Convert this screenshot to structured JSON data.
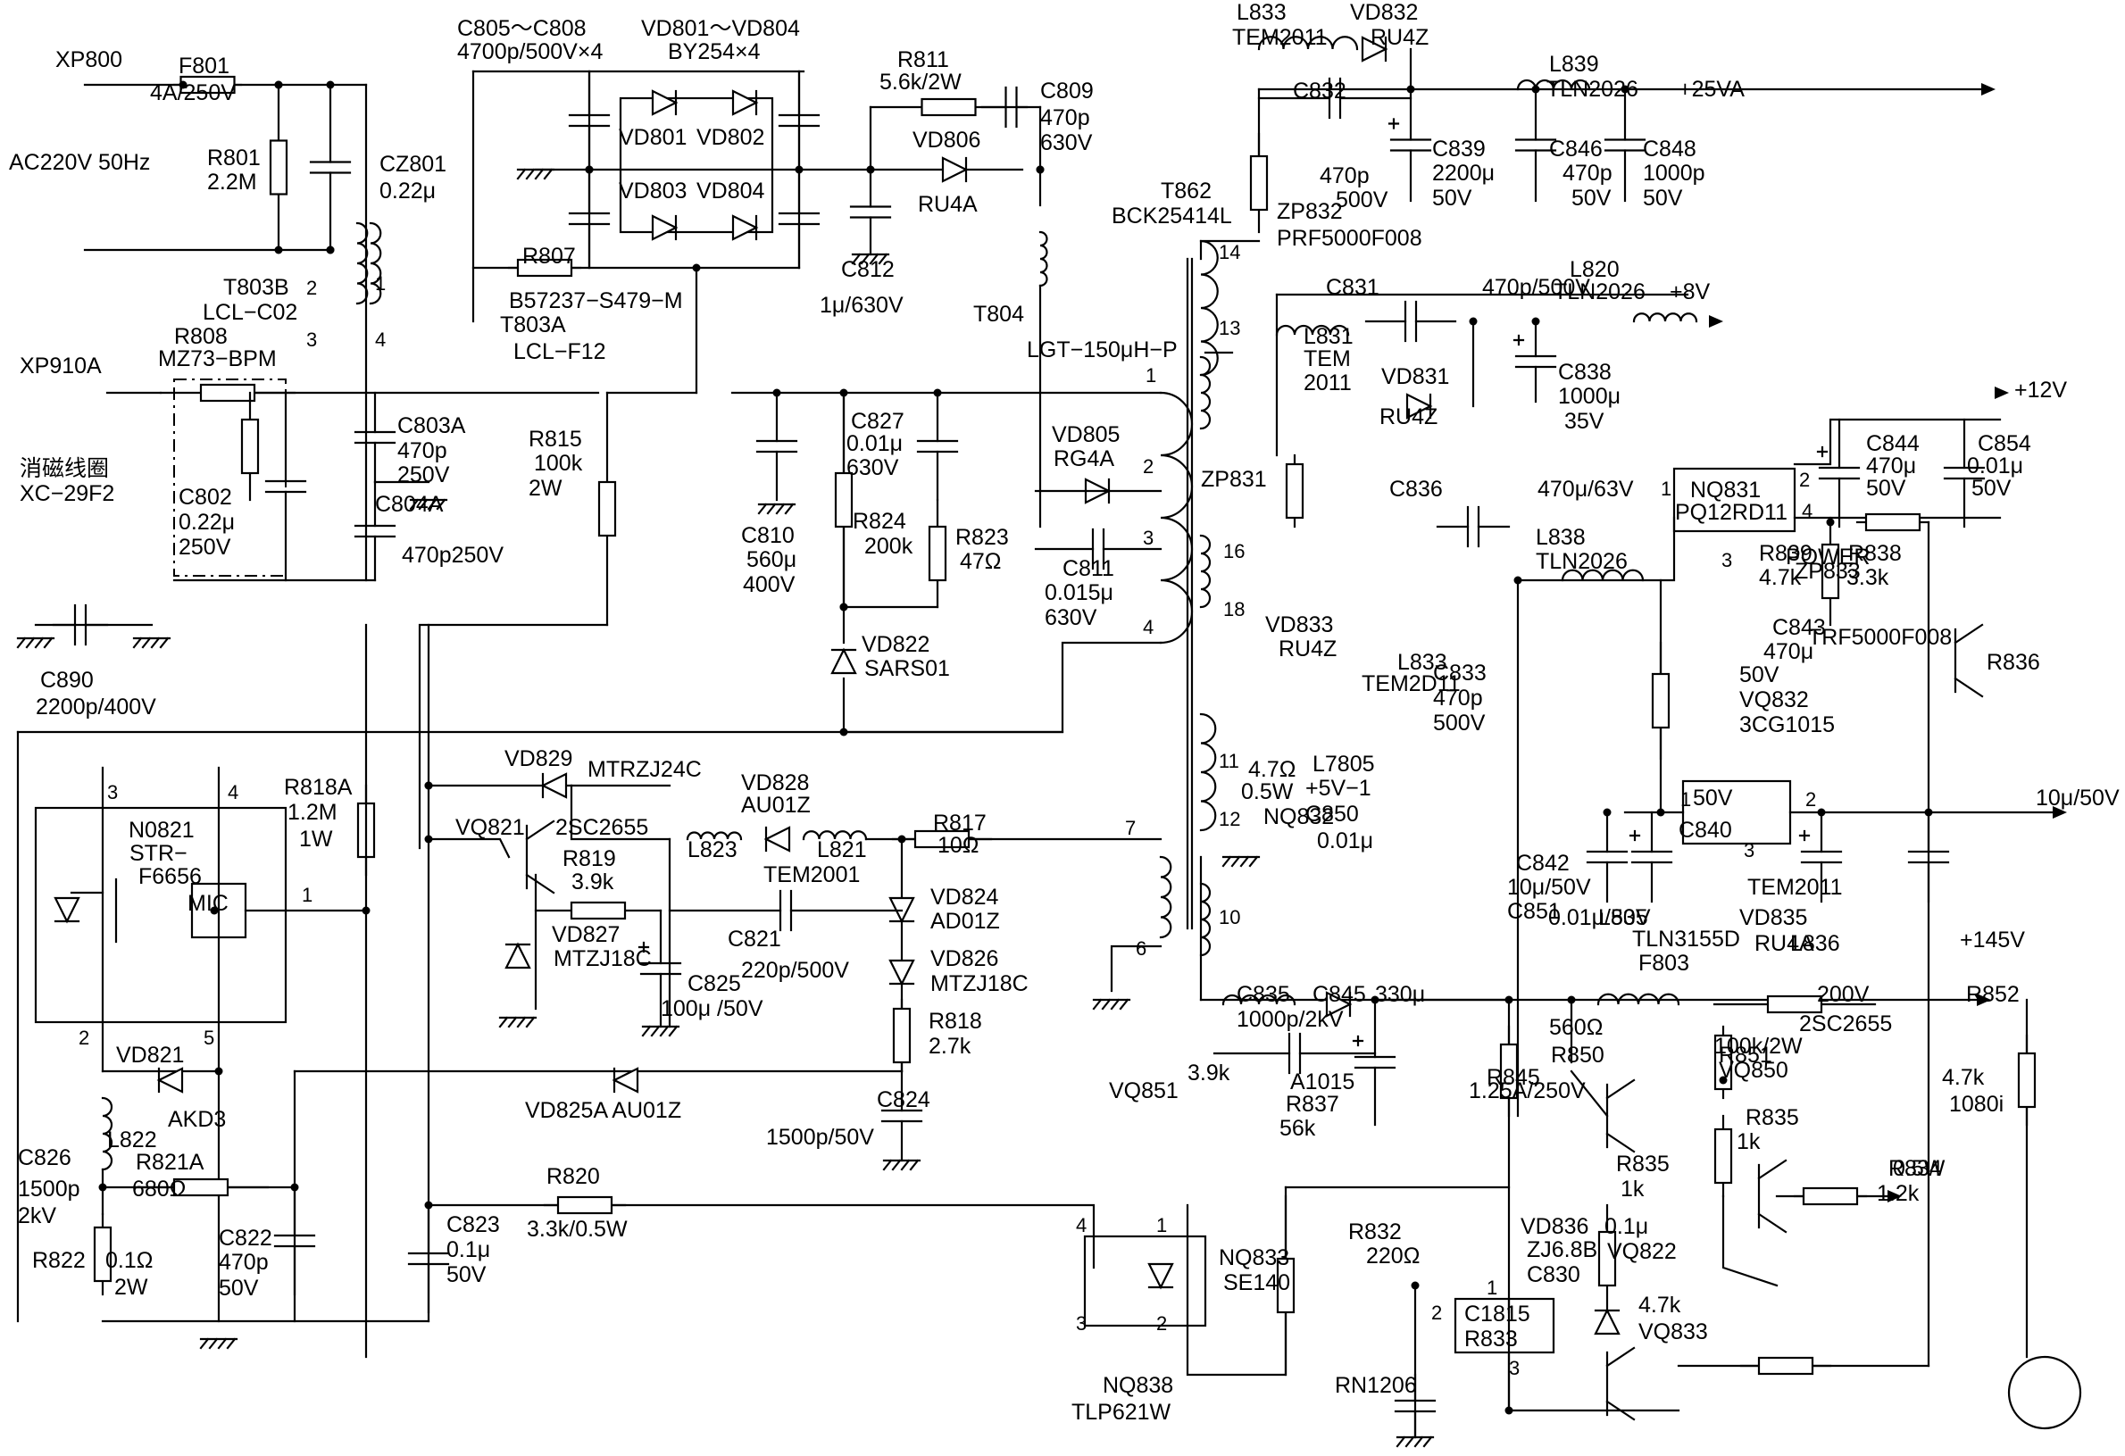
{
  "labels": [
    {
      "text": "XP800"
    },
    {
      "text": "F801"
    },
    {
      "text": "4A/250V"
    },
    {
      "text": "AC220V 50Hz"
    },
    {
      "text": "R801"
    },
    {
      "text": "2.2M"
    },
    {
      "text": "CZ801"
    },
    {
      "text": "0.22μ"
    },
    {
      "text": "C805～C808"
    },
    {
      "text": "4700p/500V×4"
    },
    {
      "text": "VD801～VD804"
    },
    {
      "text": "BY254×4"
    },
    {
      "text": "VD801"
    },
    {
      "text": "VD802"
    },
    {
      "text": "VD803"
    },
    {
      "text": "VD804"
    },
    {
      "text": "R811"
    },
    {
      "text": "5.6k/2W"
    },
    {
      "text": "C809"
    },
    {
      "text": "470p"
    },
    {
      "text": "630V"
    },
    {
      "text": "VD806"
    },
    {
      "text": "RU4A"
    },
    {
      "text": "C812"
    },
    {
      "text": "1μ/630V"
    },
    {
      "text": "T804"
    },
    {
      "text": "LGT−150μH−P"
    },
    {
      "text": "R807"
    },
    {
      "text": "B57237−S479−M"
    },
    {
      "text": "T803A"
    },
    {
      "text": "LCL−F12"
    },
    {
      "text": "T803B"
    },
    {
      "text": "LCL−C02"
    },
    {
      "text": "R808"
    },
    {
      "text": "MZ73−BPM"
    },
    {
      "text": "XP910A"
    },
    {
      "text": "消磁线圈"
    },
    {
      "text": "XC−29F2"
    },
    {
      "text": "C802"
    },
    {
      "text": "0.22μ"
    },
    {
      "text": "250V"
    },
    {
      "text": "C803A"
    },
    {
      "text": "470p"
    },
    {
      "text": "250V"
    },
    {
      "text": "C804A"
    },
    {
      "text": "470p250V"
    },
    {
      "text": "R815"
    },
    {
      "text": "100k"
    },
    {
      "text": "2W"
    },
    {
      "text": "C810"
    },
    {
      "text": "560μ"
    },
    {
      "text": "400V"
    },
    {
      "text": "C827"
    },
    {
      "text": "0.01μ"
    },
    {
      "text": "630V"
    },
    {
      "text": "R824"
    },
    {
      "text": "200k"
    },
    {
      "text": "R823"
    },
    {
      "text": "47Ω"
    },
    {
      "text": "VD822"
    },
    {
      "text": "SARS01"
    },
    {
      "text": "VD805"
    },
    {
      "text": "RG4A"
    },
    {
      "text": "C811"
    },
    {
      "text": "0.015μ"
    },
    {
      "text": "630V"
    },
    {
      "text": "C890"
    },
    {
      "text": "2200p/400V"
    },
    {
      "text": "N0821"
    },
    {
      "text": "STR−"
    },
    {
      "text": "F6656"
    },
    {
      "text": "MIC"
    },
    {
      "text": "R818A"
    },
    {
      "text": "1.2M"
    },
    {
      "text": "1W"
    },
    {
      "text": "VD829"
    },
    {
      "text": "MTRZJ24C"
    },
    {
      "text": "VQ821"
    },
    {
      "text": "2SC2655"
    },
    {
      "text": "VD828"
    },
    {
      "text": "AU01Z"
    },
    {
      "text": "R819"
    },
    {
      "text": "3.9k"
    },
    {
      "text": "L823"
    },
    {
      "text": "L821"
    },
    {
      "text": "TEM2001"
    },
    {
      "text": "R817"
    },
    {
      "text": "10Ω"
    },
    {
      "text": "VD827"
    },
    {
      "text": "MTZJ18C"
    },
    {
      "text": "C821"
    },
    {
      "text": "220p/500V"
    },
    {
      "text": "C825"
    },
    {
      "text": "100μ /50V"
    },
    {
      "text": "VD824"
    },
    {
      "text": "AD01Z"
    },
    {
      "text": "VD826"
    },
    {
      "text": "MTZJ18C"
    },
    {
      "text": "R818"
    },
    {
      "text": "2.7k"
    },
    {
      "text": "C824"
    },
    {
      "text": "1500p/50V"
    },
    {
      "text": "VD821"
    },
    {
      "text": "AKD3"
    },
    {
      "text": "L822"
    },
    {
      "text": "R821A"
    },
    {
      "text": "680Ω"
    },
    {
      "text": "VD825A AU01Z"
    },
    {
      "text": "C826"
    },
    {
      "text": "1500p"
    },
    {
      "text": "2kV"
    },
    {
      "text": "R822"
    },
    {
      "text": "0.1Ω"
    },
    {
      "text": "2W"
    },
    {
      "text": "C822"
    },
    {
      "text": "470p"
    },
    {
      "text": "50V"
    },
    {
      "text": "R820"
    },
    {
      "text": "3.3k/0.5W"
    },
    {
      "text": "C823"
    },
    {
      "text": "0.1μ"
    },
    {
      "text": "50V"
    },
    {
      "text": "NQ838"
    },
    {
      "text": "TLP621W"
    },
    {
      "text": "L833"
    },
    {
      "text": "TEM2011"
    },
    {
      "text": "VD832"
    },
    {
      "text": "RU4Z"
    },
    {
      "text": "C832"
    },
    {
      "text": "470p"
    },
    {
      "text": "500V"
    },
    {
      "text": "ZP832"
    },
    {
      "text": "PRF5000F008"
    },
    {
      "text": "T862"
    },
    {
      "text": "BCK25414L"
    },
    {
      "text": "L839"
    },
    {
      "text": "TLN2026"
    },
    {
      "text": "+25VA"
    },
    {
      "text": "C839"
    },
    {
      "text": "2200μ"
    },
    {
      "text": "50V"
    },
    {
      "text": "C846"
    },
    {
      "text": "470p"
    },
    {
      "text": "50V"
    },
    {
      "text": "C848"
    },
    {
      "text": "1000p"
    },
    {
      "text": "50V"
    },
    {
      "text": "C831"
    },
    {
      "text": "470p/500V"
    },
    {
      "text": "L820"
    },
    {
      "text": "TLN2026"
    },
    {
      "text": "+8V"
    },
    {
      "text": "L831"
    },
    {
      "text": "TEM"
    },
    {
      "text": "2011"
    },
    {
      "text": "VD831"
    },
    {
      "text": "RU4Z"
    },
    {
      "text": "C838"
    },
    {
      "text": "1000μ"
    },
    {
      "text": "35V"
    },
    {
      "text": "ZP831"
    },
    {
      "text": "+12V"
    },
    {
      "text": "NQ831"
    },
    {
      "text": "PQ12RD11"
    },
    {
      "text": "C844"
    },
    {
      "text": "470μ"
    },
    {
      "text": "50V"
    },
    {
      "text": "C854"
    },
    {
      "text": "0.01μ"
    },
    {
      "text": "50V"
    },
    {
      "text": "C836"
    },
    {
      "text": "470μ/63V"
    },
    {
      "text": "L838"
    },
    {
      "text": "TLN2026"
    },
    {
      "text": "R839"
    },
    {
      "text": "4.7k"
    },
    {
      "text": "R838"
    },
    {
      "text": "3.3k"
    },
    {
      "text": "VD833"
    },
    {
      "text": "RU4Z"
    },
    {
      "text": "L833"
    },
    {
      "text": "TEM2D11"
    },
    {
      "text": "C833"
    },
    {
      "text": "470p"
    },
    {
      "text": "500V"
    },
    {
      "text": "C843"
    },
    {
      "text": "470μ"
    },
    {
      "text": "50V"
    },
    {
      "text": "VQ832"
    },
    {
      "text": "3CG1015"
    },
    {
      "text": "POWER"
    },
    {
      "text": "ZP833"
    },
    {
      "text": "TRF5000F008"
    },
    {
      "text": "R836"
    },
    {
      "text": "4.7Ω"
    },
    {
      "text": "0.5W"
    },
    {
      "text": "NQ832"
    },
    {
      "text": "L7805"
    },
    {
      "text": "+5V−1"
    },
    {
      "text": "C850"
    },
    {
      "text": "0.01μ"
    },
    {
      "text": "50V"
    },
    {
      "text": "C840"
    },
    {
      "text": "10μ/50V"
    },
    {
      "text": "C842"
    },
    {
      "text": "10μ/50V"
    },
    {
      "text": "C851"
    },
    {
      "text": "0.01μ/50V"
    },
    {
      "text": "L835"
    },
    {
      "text": "TEM2011"
    },
    {
      "text": "VD835"
    },
    {
      "text": "RU4A"
    },
    {
      "text": "L836"
    },
    {
      "text": "TLN3155D"
    },
    {
      "text": "F803"
    },
    {
      "text": "+145V"
    },
    {
      "text": "C835"
    },
    {
      "text": "1000p/2kV"
    },
    {
      "text": "C845"
    },
    {
      "text": "330μ"
    },
    {
      "text": "200V"
    },
    {
      "text": "R852"
    },
    {
      "text": "3.9k"
    },
    {
      "text": "VQ851"
    },
    {
      "text": "A1015"
    },
    {
      "text": "R837"
    },
    {
      "text": "56k"
    },
    {
      "text": "1.25A/250V"
    },
    {
      "text": "R845"
    },
    {
      "text": "560Ω"
    },
    {
      "text": "R850"
    },
    {
      "text": "100k/2W"
    },
    {
      "text": "VQ850"
    },
    {
      "text": "2SC2655"
    },
    {
      "text": "R851"
    },
    {
      "text": "4.7k"
    },
    {
      "text": "1080i"
    },
    {
      "text": "R835"
    },
    {
      "text": "1k"
    },
    {
      "text": "R835"
    },
    {
      "text": "1k"
    },
    {
      "text": "R834"
    },
    {
      "text": "1.2k"
    },
    {
      "text": "0.5W"
    },
    {
      "text": "R832"
    },
    {
      "text": "220Ω"
    },
    {
      "text": "NQ833"
    },
    {
      "text": "SE140"
    },
    {
      "text": "VD836"
    },
    {
      "text": "ZJ6.8B"
    },
    {
      "text": "C830"
    },
    {
      "text": "0.1μ"
    },
    {
      "text": "VQ822"
    },
    {
      "text": "C1815"
    },
    {
      "text": "R833"
    },
    {
      "text": "4.7k"
    },
    {
      "text": "VQ833"
    },
    {
      "text": "RN1206"
    }
  ],
  "pins": [
    "2",
    "3",
    "1",
    "4",
    "1",
    "2",
    "3",
    "4",
    "14",
    "13",
    "16",
    "18",
    "11",
    "12",
    "10",
    "7",
    "6",
    "3",
    "4",
    "1",
    "2",
    "5",
    "4",
    "1",
    "3",
    "2",
    "1",
    "2",
    "4",
    "3",
    "1",
    "2",
    "3",
    "1",
    "2",
    "3"
  ]
}
